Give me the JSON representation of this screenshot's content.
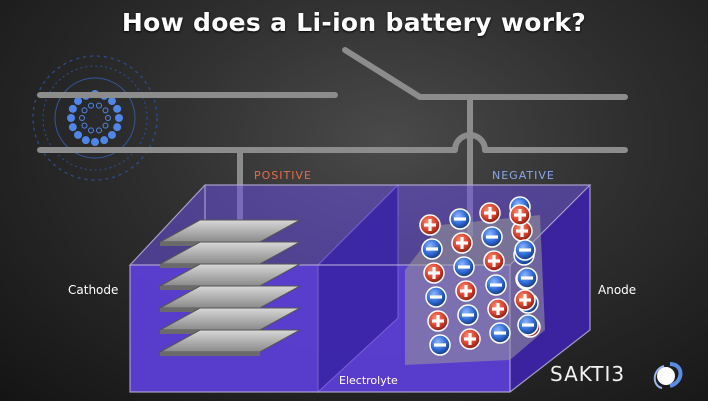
{
  "title": "How does a Li-ion battery work?",
  "labels": {
    "positive": "POSITIVE",
    "negative": "NEGATIVE",
    "cathode": "Cathode",
    "anode": "Anode",
    "electrolyte": "Electrolyte"
  },
  "logo": {
    "text": "SAKTI3"
  },
  "colors": {
    "positive_label": "#e0704a",
    "negative_label": "#8aa6e8",
    "electrolyte": "#5b3fd0",
    "wire": "#8c8c8c",
    "positive_ion": "#d9442f",
    "negative_ion": "#2f6bd6"
  },
  "icons": [
    "rotary-switch-icon",
    "sakti3-logo-icon"
  ]
}
